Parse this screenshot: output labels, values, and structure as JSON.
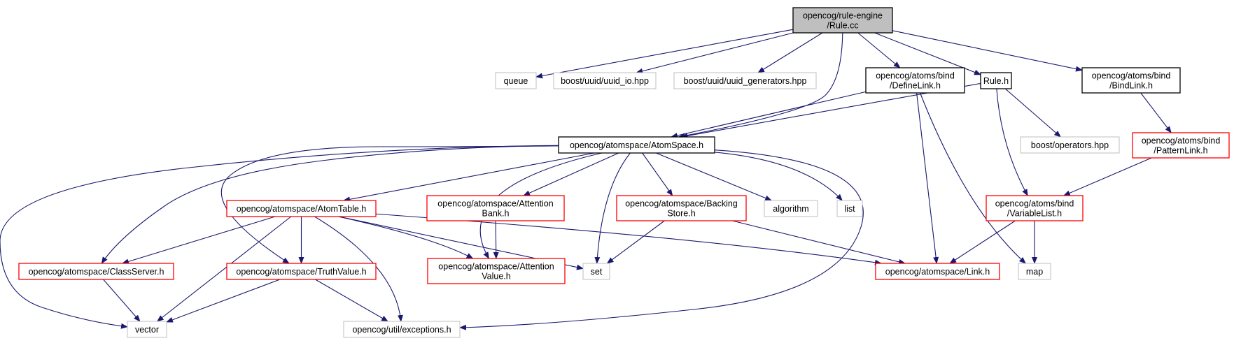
{
  "graph": {
    "title": "",
    "colors": {
      "root_fill": "#bfbfbf",
      "root_border": "#000000",
      "documented_border": "#000000",
      "truncated_border": "#ff0000",
      "external_border": "#bfbfbf",
      "edge": "#191970"
    },
    "nodes": [
      {
        "id": "rule_cc",
        "lines": [
          "opencog/rule-engine",
          "/Rule.cc"
        ],
        "kind": "root"
      },
      {
        "id": "queue",
        "lines": [
          "queue"
        ],
        "kind": "external"
      },
      {
        "id": "uuid_io",
        "lines": [
          "boost/uuid/uuid_io.hpp"
        ],
        "kind": "external"
      },
      {
        "id": "uuid_gen",
        "lines": [
          "boost/uuid/uuid_generators.hpp"
        ],
        "kind": "external"
      },
      {
        "id": "definelink",
        "lines": [
          "opencog/atoms/bind",
          "/DefineLink.h"
        ],
        "kind": "documented"
      },
      {
        "id": "rule_h",
        "lines": [
          "Rule.h"
        ],
        "kind": "documented"
      },
      {
        "id": "bindlink",
        "lines": [
          "opencog/atoms/bind",
          "/BindLink.h"
        ],
        "kind": "documented"
      },
      {
        "id": "atomspace",
        "lines": [
          "opencog/atomspace/AtomSpace.h"
        ],
        "kind": "documented"
      },
      {
        "id": "boost_ops",
        "lines": [
          "boost/operators.hpp"
        ],
        "kind": "external"
      },
      {
        "id": "patternlink",
        "lines": [
          "opencog/atoms/bind",
          "/PatternLink.h"
        ],
        "kind": "truncated"
      },
      {
        "id": "atomtable",
        "lines": [
          "opencog/atomspace/AtomTable.h"
        ],
        "kind": "truncated"
      },
      {
        "id": "attnbank",
        "lines": [
          "opencog/atomspace/Attention",
          "Bank.h"
        ],
        "kind": "truncated"
      },
      {
        "id": "backing",
        "lines": [
          "opencog/atomspace/Backing",
          "Store.h"
        ],
        "kind": "truncated"
      },
      {
        "id": "algorithm",
        "lines": [
          "algorithm"
        ],
        "kind": "external"
      },
      {
        "id": "list",
        "lines": [
          "list"
        ],
        "kind": "external"
      },
      {
        "id": "varlist",
        "lines": [
          "opencog/atoms/bind",
          "/VariableList.h"
        ],
        "kind": "truncated"
      },
      {
        "id": "classserver",
        "lines": [
          "opencog/atomspace/ClassServer.h"
        ],
        "kind": "truncated"
      },
      {
        "id": "truthvalue",
        "lines": [
          "opencog/atomspace/TruthValue.h"
        ],
        "kind": "truncated"
      },
      {
        "id": "attnvalue",
        "lines": [
          "opencog/atomspace/Attention",
          "Value.h"
        ],
        "kind": "truncated"
      },
      {
        "id": "set",
        "lines": [
          "set"
        ],
        "kind": "external"
      },
      {
        "id": "link",
        "lines": [
          "opencog/atomspace/Link.h"
        ],
        "kind": "truncated"
      },
      {
        "id": "map",
        "lines": [
          "map"
        ],
        "kind": "external"
      },
      {
        "id": "vector",
        "lines": [
          "vector"
        ],
        "kind": "external"
      },
      {
        "id": "exceptions",
        "lines": [
          "opencog/util/exceptions.h"
        ],
        "kind": "external"
      }
    ],
    "edges": [
      {
        "from": "rule_cc",
        "to": "queue"
      },
      {
        "from": "rule_cc",
        "to": "uuid_io"
      },
      {
        "from": "rule_cc",
        "to": "uuid_gen"
      },
      {
        "from": "rule_cc",
        "to": "definelink"
      },
      {
        "from": "rule_cc",
        "to": "rule_h"
      },
      {
        "from": "rule_cc",
        "to": "bindlink"
      },
      {
        "from": "rule_cc",
        "to": "atomspace"
      },
      {
        "from": "definelink",
        "to": "atomspace"
      },
      {
        "from": "definelink",
        "to": "link"
      },
      {
        "from": "definelink",
        "to": "map"
      },
      {
        "from": "rule_h",
        "to": "atomspace"
      },
      {
        "from": "rule_h",
        "to": "boost_ops"
      },
      {
        "from": "rule_h",
        "to": "varlist"
      },
      {
        "from": "bindlink",
        "to": "patternlink"
      },
      {
        "from": "patternlink",
        "to": "varlist"
      },
      {
        "from": "atomspace",
        "to": "atomtable"
      },
      {
        "from": "atomspace",
        "to": "attnbank"
      },
      {
        "from": "atomspace",
        "to": "backing"
      },
      {
        "from": "atomspace",
        "to": "algorithm"
      },
      {
        "from": "atomspace",
        "to": "list"
      },
      {
        "from": "atomspace",
        "to": "set"
      },
      {
        "from": "atomspace",
        "to": "classserver"
      },
      {
        "from": "atomspace",
        "to": "truthvalue"
      },
      {
        "from": "atomspace",
        "to": "attnvalue"
      },
      {
        "from": "atomspace",
        "to": "vector"
      },
      {
        "from": "atomspace",
        "to": "exceptions"
      },
      {
        "from": "atomtable",
        "to": "classserver"
      },
      {
        "from": "atomtable",
        "to": "truthvalue"
      },
      {
        "from": "atomtable",
        "to": "attnvalue"
      },
      {
        "from": "atomtable",
        "to": "set"
      },
      {
        "from": "atomtable",
        "to": "link"
      },
      {
        "from": "atomtable",
        "to": "vector"
      },
      {
        "from": "atomtable",
        "to": "exceptions"
      },
      {
        "from": "attnbank",
        "to": "attnvalue"
      },
      {
        "from": "backing",
        "to": "set"
      },
      {
        "from": "backing",
        "to": "link"
      },
      {
        "from": "varlist",
        "to": "link"
      },
      {
        "from": "varlist",
        "to": "map"
      },
      {
        "from": "classserver",
        "to": "vector"
      },
      {
        "from": "truthvalue",
        "to": "vector"
      },
      {
        "from": "truthvalue",
        "to": "exceptions"
      }
    ]
  }
}
